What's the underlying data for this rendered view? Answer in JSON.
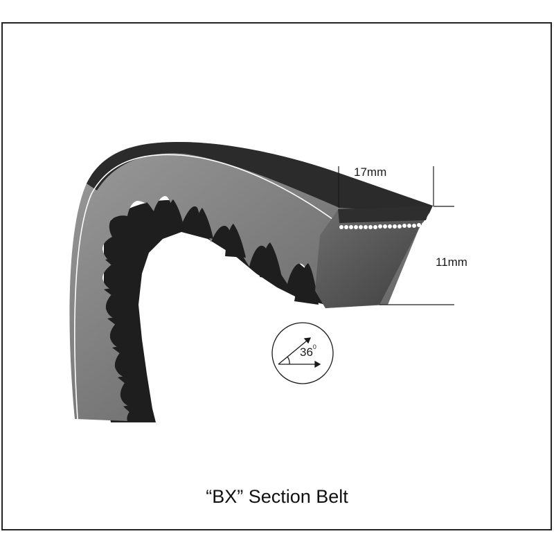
{
  "caption": "“BX” Section Belt",
  "dimensions": {
    "top_width": "17mm",
    "height": "11mm",
    "angle_value": "36",
    "angle_unit": "0"
  },
  "colors": {
    "belt_face": "#8a8a8a",
    "belt_shadow": "#3a3a3a",
    "belt_top_band": "#2b2b2b",
    "cord_dots": "#ffffff",
    "frame": "#222222"
  }
}
